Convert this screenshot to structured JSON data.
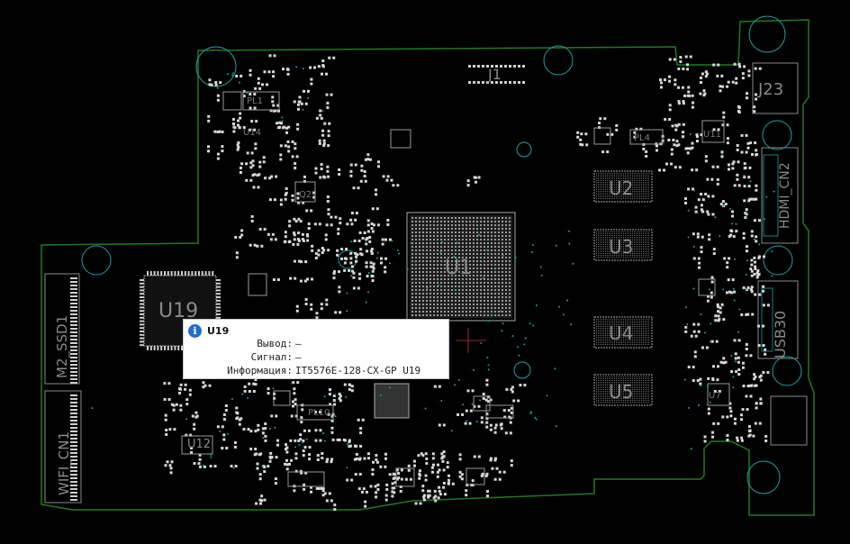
{
  "board": {
    "components": [
      {
        "id": "j1",
        "label": "J1"
      },
      {
        "id": "j23",
        "label": "J23"
      },
      {
        "id": "u1",
        "label": "U1"
      },
      {
        "id": "u2",
        "label": "U2"
      },
      {
        "id": "u3",
        "label": "U3"
      },
      {
        "id": "u4",
        "label": "U4"
      },
      {
        "id": "u5",
        "label": "U5"
      },
      {
        "id": "u7",
        "label": "U7"
      },
      {
        "id": "u11",
        "label": "U11"
      },
      {
        "id": "u12",
        "label": "U12"
      },
      {
        "id": "u14",
        "label": "U14"
      },
      {
        "id": "u19",
        "label": "U19"
      },
      {
        "id": "pl1",
        "label": "PL1"
      },
      {
        "id": "pl4",
        "label": "PL4"
      },
      {
        "id": "pl10",
        "label": "PL10"
      },
      {
        "id": "q2",
        "label": "Q2"
      },
      {
        "id": "hdmi",
        "label": "HDMI_CN2"
      },
      {
        "id": "usb30",
        "label": "USB30"
      },
      {
        "id": "m2ssd",
        "label": "M2_SSD1"
      },
      {
        "id": "wifi",
        "label": "WIFI_CN1"
      }
    ]
  },
  "tooltip": {
    "title": "U19",
    "rows": [
      {
        "key": "Вывод:",
        "value": "—"
      },
      {
        "key": "Сигнал:",
        "value": "—"
      },
      {
        "key": "Информация:",
        "value": "IT5576E-128-CX-GP U19"
      }
    ]
  },
  "colors": {
    "outline": "#1f7a1f",
    "hole": "#1aa0a8",
    "pad": "#d8d8d8",
    "silk": "#8a8a8a",
    "bga": "#aaaaaa",
    "tooltip_icon": "#1f6fc5"
  }
}
